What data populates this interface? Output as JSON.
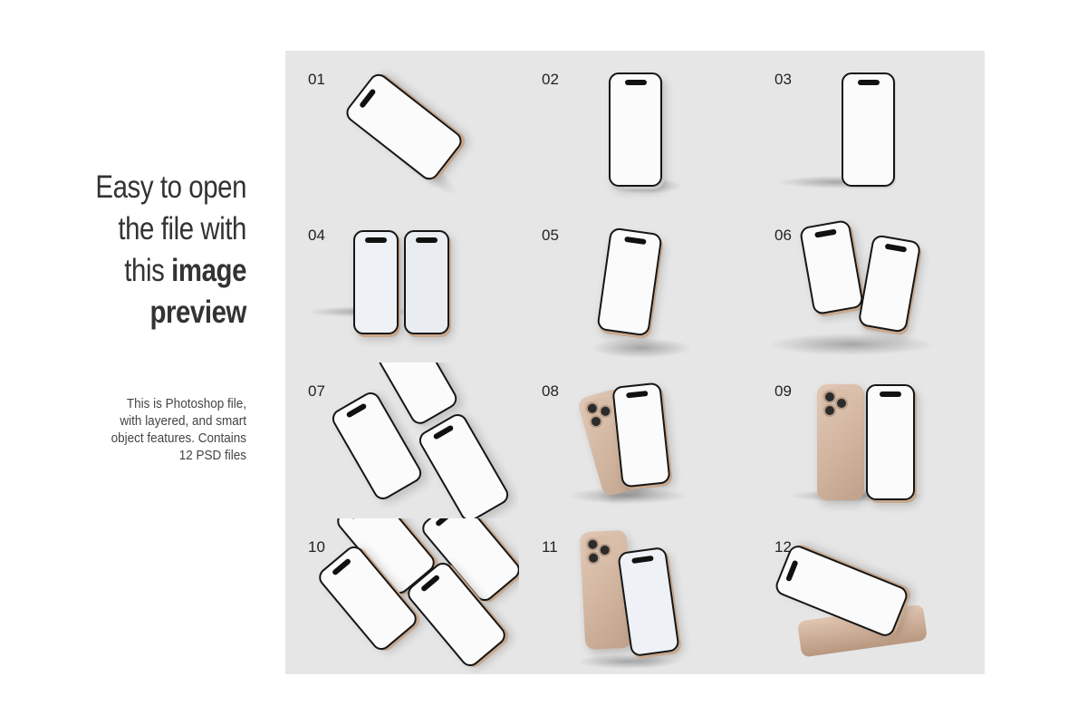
{
  "headline": {
    "line1": "Easy to open",
    "line2": "the file with",
    "line3_regular": "this ",
    "line3_bold": "image",
    "line4_bold": "preview"
  },
  "description": {
    "line1": "This is Photoshop file,",
    "line2": "with layered, and smart",
    "line3": "object features. Contains",
    "line4": "12 PSD files"
  },
  "previews": [
    {
      "number": "01"
    },
    {
      "number": "02"
    },
    {
      "number": "03"
    },
    {
      "number": "04"
    },
    {
      "number": "05"
    },
    {
      "number": "06"
    },
    {
      "number": "07"
    },
    {
      "number": "08"
    },
    {
      "number": "09"
    },
    {
      "number": "10"
    },
    {
      "number": "11"
    },
    {
      "number": "12"
    }
  ],
  "colors": {
    "grid_background": "#e6e6e6",
    "phone_frame": "#161616",
    "phone_edge_gold": "#c8a98f",
    "text": "#333333"
  },
  "icons": [
    "phone-mockup"
  ]
}
